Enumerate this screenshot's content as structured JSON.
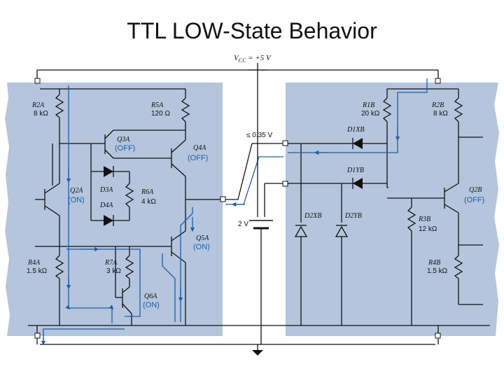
{
  "slide": {
    "title": "TTL LOW-State Behavior"
  },
  "supply": {
    "vcc": "V",
    "vcc_sub": "CC",
    "vcc_value": " = +5 V"
  },
  "annotations": {
    "input_voltage": "≤ 0.35 V",
    "diode_drop": "2 V"
  },
  "gate_a": {
    "r2": {
      "name": "R2A",
      "value": "8 kΩ"
    },
    "r5": {
      "name": "R5A",
      "value": "120 Ω"
    },
    "r6": {
      "name": "R6A",
      "value": "4 kΩ"
    },
    "r4": {
      "name": "R4A",
      "value": "1.5 kΩ"
    },
    "r7": {
      "name": "R7A",
      "value": "3 kΩ"
    },
    "q3": {
      "name": "Q3A",
      "state": "(OFF)"
    },
    "q4": {
      "name": "Q4A",
      "state": "(OFF)"
    },
    "q2": {
      "name": "Q2A",
      "state": "(ON)"
    },
    "q5": {
      "name": "Q5A",
      "state": "(ON)"
    },
    "q6": {
      "name": "Q6A",
      "state": "(ON)"
    },
    "d3": {
      "name": "D3A"
    },
    "d4": {
      "name": "D4A"
    }
  },
  "gate_b": {
    "r1": {
      "name": "R1B",
      "value": "20 kΩ"
    },
    "r2": {
      "name": "R2B",
      "value": "8 kΩ"
    },
    "r3": {
      "name": "R3B",
      "value": "12 kΩ"
    },
    "r4": {
      "name": "R4B",
      "value": "1.5 kΩ"
    },
    "q2": {
      "name": "Q2B",
      "state": "(OFF)"
    },
    "d1x": {
      "name": "D1XB"
    },
    "d1y": {
      "name": "D1YB"
    },
    "d2x": {
      "name": "D2XB"
    },
    "d2y": {
      "name": "D2YB"
    }
  },
  "colors": {
    "panel": "#b4c5dd",
    "current": "#1f5fa8",
    "wire": "#111111"
  }
}
